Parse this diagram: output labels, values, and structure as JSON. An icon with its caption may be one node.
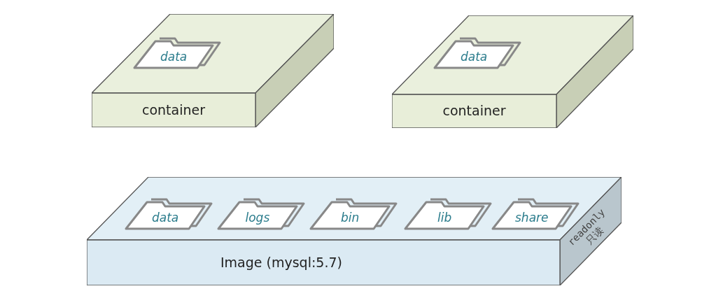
{
  "diagram": {
    "nodes": [
      {
        "text": [
          "container"
        ]
      },
      {
        "text": [
          "data"
        ],
        "in": 0
      },
      {
        "text": [
          "container"
        ]
      },
      {
        "text": [
          "data"
        ],
        "in": 2
      },
      {
        "text": [
          "Image (mysql:5.7)",
          "readonly 只读"
        ]
      },
      {
        "text": [
          "data"
        ],
        "in": 4
      },
      {
        "text": [
          "logs"
        ],
        "in": 4
      },
      {
        "text": [
          "bin"
        ],
        "in": 4
      },
      {
        "text": [
          "lib"
        ],
        "in": 4
      },
      {
        "text": [
          "share"
        ],
        "in": 4
      }
    ],
    "edges": []
  }
}
